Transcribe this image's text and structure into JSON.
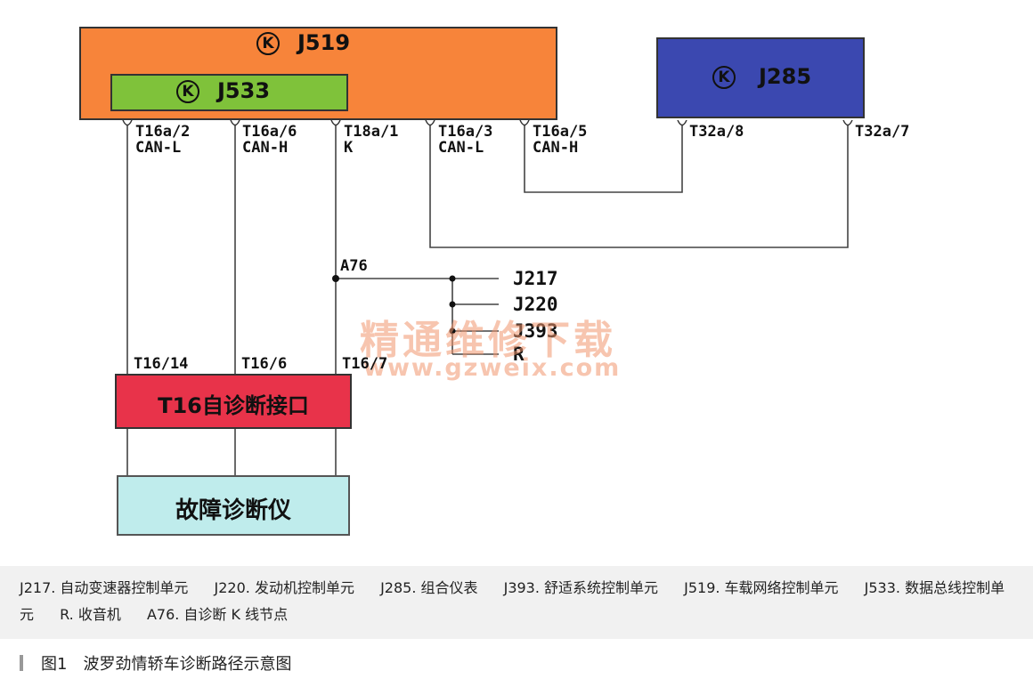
{
  "modules": {
    "j519": {
      "label": "J519",
      "symbol": "K",
      "color": "#f7843a"
    },
    "j533": {
      "label": "J533",
      "symbol": "K",
      "color": "#7fc23a"
    },
    "j285": {
      "label": "J285",
      "symbol": "K",
      "color": "#3b48b0"
    }
  },
  "pins": {
    "t16a2": {
      "code": "T16a/2",
      "signal": "CAN-L"
    },
    "t16a6": {
      "code": "T16a/6",
      "signal": "CAN-H"
    },
    "t18a1": {
      "code": "T18a/1",
      "signal": "K"
    },
    "t16a3": {
      "code": "T16a/3",
      "signal": "CAN-L"
    },
    "t16a5": {
      "code": "T16a/5",
      "signal": "CAN-H"
    },
    "t32a8": {
      "code": "T32a/8"
    },
    "t32a7": {
      "code": "T32a/7"
    }
  },
  "k_line": {
    "node": "A76",
    "branches": [
      "J217",
      "J220",
      "J393",
      "R"
    ]
  },
  "connector": {
    "label": "T16自诊断接口",
    "color": "#e8334a",
    "pins": [
      "T16/14",
      "T16/6",
      "T16/7"
    ]
  },
  "tester": {
    "label": "故障诊断仪",
    "color": "#bfecec"
  },
  "watermark": {
    "text": "精通维修下载",
    "url": "www.gzweix.com"
  },
  "legend": [
    "J217. 自动变速器控制单元",
    "J220. 发动机控制单元",
    "J285. 组合仪表",
    "J393. 舒适系统控制单元",
    "J519. 车载网络控制单元",
    "J533. 数据总线控制单元",
    "R. 收音机",
    "A76. 自诊断 K 线节点"
  ],
  "caption": "图1　波罗劲情轿车诊断路径示意图"
}
